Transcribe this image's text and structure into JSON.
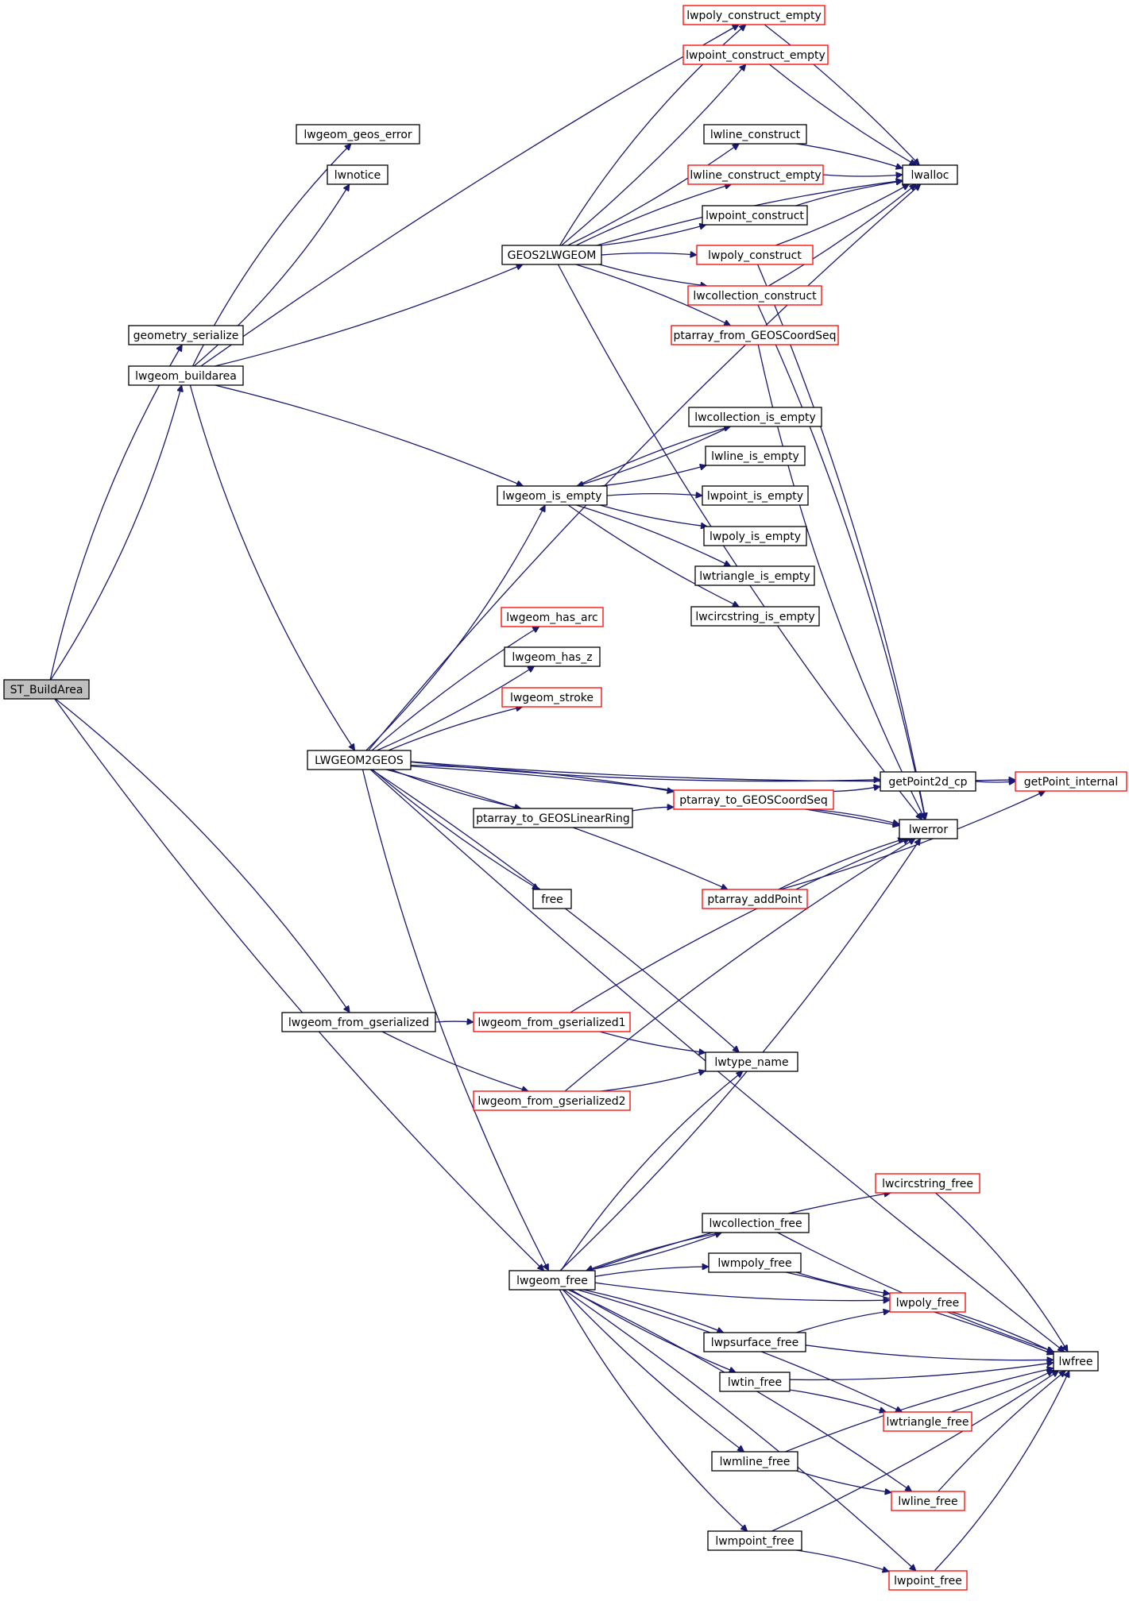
{
  "graph": {
    "title": "",
    "colors": {
      "edge": "#191970",
      "node_border": "#000000",
      "truncated_border": "#ff0000",
      "root_fill": "#bfbfbf"
    },
    "nodes": [
      {
        "id": "root",
        "label": "ST_BuildArea",
        "style": "root"
      },
      {
        "id": "gser",
        "label": "geometry_serialize",
        "style": "normal"
      },
      {
        "id": "ba",
        "label": "lwgeom_buildarea",
        "style": "normal"
      },
      {
        "id": "geoserr",
        "label": "lwgeom_geos_error",
        "style": "normal"
      },
      {
        "id": "notice",
        "label": "lwnotice",
        "style": "normal"
      },
      {
        "id": "g2l",
        "label": "GEOS2LWGEOM",
        "style": "normal"
      },
      {
        "id": "pce",
        "label": "lwpoly_construct_empty",
        "style": "red"
      },
      {
        "id": "ptce",
        "label": "lwpoint_construct_empty",
        "style": "red"
      },
      {
        "id": "lc",
        "label": "lwline_construct",
        "style": "normal"
      },
      {
        "id": "lce",
        "label": "lwline_construct_empty",
        "style": "red"
      },
      {
        "id": "ptc",
        "label": "lwpoint_construct",
        "style": "normal"
      },
      {
        "id": "pc",
        "label": "lwpoly_construct",
        "style": "red"
      },
      {
        "id": "cc",
        "label": "lwcollection_construct",
        "style": "red"
      },
      {
        "id": "pafg",
        "label": "ptarray_from_GEOSCoordSeq",
        "style": "red"
      },
      {
        "id": "alloc",
        "label": "lwalloc",
        "style": "normal"
      },
      {
        "id": "ie",
        "label": "lwgeom_is_empty",
        "style": "normal"
      },
      {
        "id": "cie",
        "label": "lwcollection_is_empty",
        "style": "normal"
      },
      {
        "id": "lie",
        "label": "lwline_is_empty",
        "style": "normal"
      },
      {
        "id": "ptie",
        "label": "lwpoint_is_empty",
        "style": "normal"
      },
      {
        "id": "pie",
        "label": "lwpoly_is_empty",
        "style": "normal"
      },
      {
        "id": "tie",
        "label": "lwtriangle_is_empty",
        "style": "normal"
      },
      {
        "id": "csie",
        "label": "lwcircstring_is_empty",
        "style": "normal"
      },
      {
        "id": "harc",
        "label": "lwgeom_has_arc",
        "style": "red"
      },
      {
        "id": "hz",
        "label": "lwgeom_has_z",
        "style": "normal"
      },
      {
        "id": "stroke",
        "label": "lwgeom_stroke",
        "style": "red"
      },
      {
        "id": "l2g",
        "label": "LWGEOM2GEOS",
        "style": "normal"
      },
      {
        "id": "patlr",
        "label": "ptarray_to_GEOSLinearRing",
        "style": "normal"
      },
      {
        "id": "patcs",
        "label": "ptarray_to_GEOSCoordSeq",
        "style": "red"
      },
      {
        "id": "gp2d",
        "label": "getPoint2d_cp",
        "style": "normal"
      },
      {
        "id": "gpi",
        "label": "getPoint_internal",
        "style": "red"
      },
      {
        "id": "err",
        "label": "lwerror",
        "style": "normal"
      },
      {
        "id": "free",
        "label": "free",
        "style": "normal"
      },
      {
        "id": "paap",
        "label": "ptarray_addPoint",
        "style": "red"
      },
      {
        "id": "lfg",
        "label": "lwgeom_from_gserialized",
        "style": "normal"
      },
      {
        "id": "lfg1",
        "label": "lwgeom_from_gserialized1",
        "style": "red"
      },
      {
        "id": "lfg2",
        "label": "lwgeom_from_gserialized2",
        "style": "red"
      },
      {
        "id": "tname",
        "label": "lwtype_name",
        "style": "normal"
      },
      {
        "id": "gfree",
        "label": "lwgeom_free",
        "style": "normal"
      },
      {
        "id": "csfree",
        "label": "lwcircstring_free",
        "style": "red"
      },
      {
        "id": "cfree",
        "label": "lwcollection_free",
        "style": "normal"
      },
      {
        "id": "mpfree",
        "label": "lwmpoly_free",
        "style": "normal"
      },
      {
        "id": "pfree",
        "label": "lwpoly_free",
        "style": "red"
      },
      {
        "id": "psfree",
        "label": "lwpsurface_free",
        "style": "normal"
      },
      {
        "id": "lwfree",
        "label": "lwfree",
        "style": "normal"
      },
      {
        "id": "tinfree",
        "label": "lwtin_free",
        "style": "normal"
      },
      {
        "id": "trifree",
        "label": "lwtriangle_free",
        "style": "red"
      },
      {
        "id": "mlfree",
        "label": "lwmline_free",
        "style": "normal"
      },
      {
        "id": "lfree",
        "label": "lwline_free",
        "style": "red"
      },
      {
        "id": "mptfree",
        "label": "lwmpoint_free",
        "style": "normal"
      },
      {
        "id": "ptfree",
        "label": "lwpoint_free",
        "style": "red"
      }
    ],
    "edges": [
      [
        "root",
        "gser"
      ],
      [
        "root",
        "ba"
      ],
      [
        "root",
        "lfg"
      ],
      [
        "root",
        "gfree"
      ],
      [
        "ba",
        "geoserr"
      ],
      [
        "ba",
        "notice"
      ],
      [
        "ba",
        "pce"
      ],
      [
        "ba",
        "g2l"
      ],
      [
        "ba",
        "ie"
      ],
      [
        "ba",
        "l2g"
      ],
      [
        "g2l",
        "pce"
      ],
      [
        "g2l",
        "ptce"
      ],
      [
        "g2l",
        "alloc"
      ],
      [
        "g2l",
        "lc"
      ],
      [
        "g2l",
        "lce"
      ],
      [
        "g2l",
        "ptc"
      ],
      [
        "g2l",
        "pc"
      ],
      [
        "g2l",
        "cc"
      ],
      [
        "g2l",
        "pafg"
      ],
      [
        "g2l",
        "err"
      ],
      [
        "pce",
        "alloc"
      ],
      [
        "ptce",
        "alloc"
      ],
      [
        "lc",
        "alloc"
      ],
      [
        "lce",
        "alloc"
      ],
      [
        "ptc",
        "alloc"
      ],
      [
        "pc",
        "alloc"
      ],
      [
        "pc",
        "err"
      ],
      [
        "cc",
        "alloc"
      ],
      [
        "cc",
        "err"
      ],
      [
        "pafg",
        "err"
      ],
      [
        "ie",
        "cie"
      ],
      [
        "ie",
        "lie"
      ],
      [
        "ie",
        "ptie"
      ],
      [
        "ie",
        "pie"
      ],
      [
        "ie",
        "tie"
      ],
      [
        "ie",
        "csie"
      ],
      [
        "cie",
        "ie"
      ],
      [
        "l2g",
        "ie"
      ],
      [
        "l2g",
        "alloc"
      ],
      [
        "l2g",
        "gpi"
      ],
      [
        "l2g",
        "harc"
      ],
      [
        "l2g",
        "hz"
      ],
      [
        "l2g",
        "stroke"
      ],
      [
        "l2g",
        "gp2d"
      ],
      [
        "l2g",
        "patcs"
      ],
      [
        "l2g",
        "patlr"
      ],
      [
        "l2g",
        "err"
      ],
      [
        "l2g",
        "free"
      ],
      [
        "l2g",
        "paap"
      ],
      [
        "l2g",
        "lwfree"
      ],
      [
        "l2g",
        "tname"
      ],
      [
        "l2g",
        "gfree"
      ],
      [
        "patlr",
        "patcs"
      ],
      [
        "patcs",
        "gp2d"
      ],
      [
        "patcs",
        "err"
      ],
      [
        "gp2d",
        "gpi"
      ],
      [
        "paap",
        "err"
      ],
      [
        "paap",
        "gpi"
      ],
      [
        "lfg",
        "lfg1"
      ],
      [
        "lfg",
        "lfg2"
      ],
      [
        "lfg1",
        "err"
      ],
      [
        "lfg1",
        "tname"
      ],
      [
        "lfg2",
        "err"
      ],
      [
        "lfg2",
        "tname"
      ],
      [
        "gfree",
        "tname"
      ],
      [
        "gfree",
        "err"
      ],
      [
        "gfree",
        "csfree"
      ],
      [
        "gfree",
        "cfree"
      ],
      [
        "gfree",
        "mpfree"
      ],
      [
        "gfree",
        "pfree"
      ],
      [
        "gfree",
        "psfree"
      ],
      [
        "gfree",
        "tinfree"
      ],
      [
        "gfree",
        "trifree"
      ],
      [
        "gfree",
        "mlfree"
      ],
      [
        "gfree",
        "lfree"
      ],
      [
        "gfree",
        "mptfree"
      ],
      [
        "gfree",
        "ptfree"
      ],
      [
        "cfree",
        "gfree"
      ],
      [
        "csfree",
        "lwfree"
      ],
      [
        "cfree",
        "lwfree"
      ],
      [
        "mpfree",
        "lwfree"
      ],
      [
        "mpfree",
        "pfree"
      ],
      [
        "pfree",
        "lwfree"
      ],
      [
        "psfree",
        "lwfree"
      ],
      [
        "psfree",
        "pfree"
      ],
      [
        "tinfree",
        "lwfree"
      ],
      [
        "tinfree",
        "trifree"
      ],
      [
        "trifree",
        "lwfree"
      ],
      [
        "mlfree",
        "lwfree"
      ],
      [
        "mlfree",
        "lfree"
      ],
      [
        "lfree",
        "lwfree"
      ],
      [
        "mptfree",
        "lwfree"
      ],
      [
        "mptfree",
        "ptfree"
      ],
      [
        "ptfree",
        "lwfree"
      ]
    ]
  }
}
